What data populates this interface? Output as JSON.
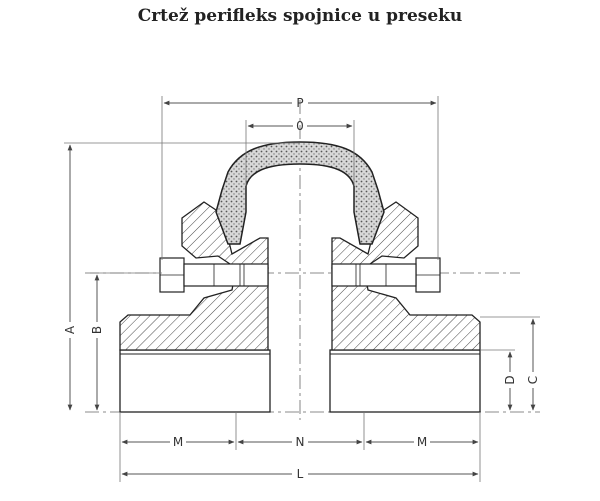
{
  "title": "Crtež perifleks spojnice u preseku",
  "labels": {
    "P": "P",
    "O": "0",
    "A": "A",
    "B": "B",
    "C": "C",
    "D": "D",
    "M_left": "M",
    "N": "N",
    "M_right": "M",
    "L": "L"
  }
}
